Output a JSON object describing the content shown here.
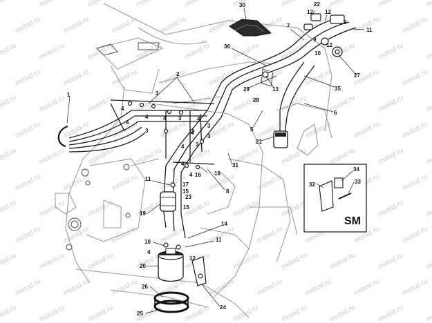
{
  "watermark": "motod.ru",
  "callouts": [
    "30",
    "22",
    "12",
    "9",
    "11",
    "7",
    "1",
    "2",
    "3",
    "4",
    "36",
    "29",
    "13",
    "28",
    "35",
    "27",
    "6",
    "5",
    "21",
    "31",
    "18",
    "16",
    "17",
    "15",
    "23",
    "8",
    "19",
    "14",
    "10",
    "20",
    "26",
    "25",
    "24",
    "32",
    "33",
    "34"
  ],
  "inset": {
    "label": "SM"
  },
  "colors": {
    "line": "#1a1a1a",
    "frame": "#9a9a9a",
    "watermark": "#c9c9c9"
  }
}
